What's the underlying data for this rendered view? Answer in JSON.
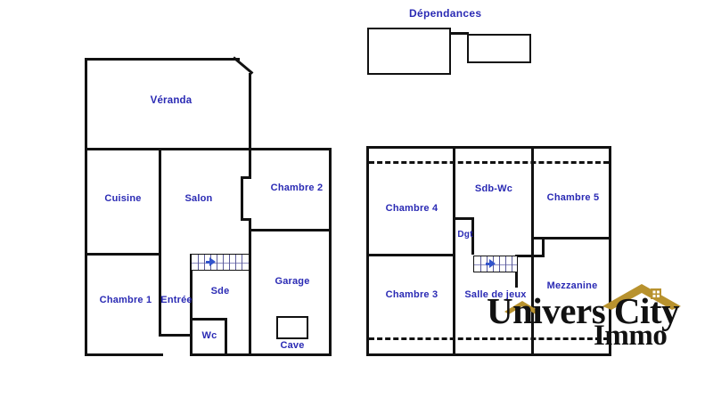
{
  "page": {
    "background": "#ffffff",
    "label_color": "#2a2ab4",
    "wall_color": "#111111",
    "stair_arrow_color": "#3355cc",
    "logo_accent_color": "#b8922e"
  },
  "annex": {
    "title": "Dépendances"
  },
  "ground_floor": {
    "rooms": [
      {
        "key": "veranda",
        "label": "Véranda"
      },
      {
        "key": "cuisine",
        "label": "Cuisine"
      },
      {
        "key": "salon",
        "label": "Salon"
      },
      {
        "key": "chambre2",
        "label": "Chambre 2"
      },
      {
        "key": "chambre1",
        "label": "Chambre 1"
      },
      {
        "key": "entree",
        "label": "Entrée"
      },
      {
        "key": "sde",
        "label": "Sde"
      },
      {
        "key": "wc",
        "label": "Wc"
      },
      {
        "key": "garage",
        "label": "Garage"
      },
      {
        "key": "cave",
        "label": "Cave"
      }
    ]
  },
  "upper_floor": {
    "rooms": [
      {
        "key": "chambre4",
        "label": "Chambre 4"
      },
      {
        "key": "sdb_wc",
        "label": "Sdb-Wc"
      },
      {
        "key": "chambre5",
        "label": "Chambre 5"
      },
      {
        "key": "dgt",
        "label": "Dgt"
      },
      {
        "key": "chambre3",
        "label": "Chambre 3"
      },
      {
        "key": "salle_de_jeux",
        "label": "Salle de jeux"
      },
      {
        "key": "mezzanine",
        "label": "Mezzanine"
      }
    ]
  },
  "logo": {
    "line1": "Univers City",
    "line2": "Immo",
    "icon": "house-roof-icon"
  }
}
